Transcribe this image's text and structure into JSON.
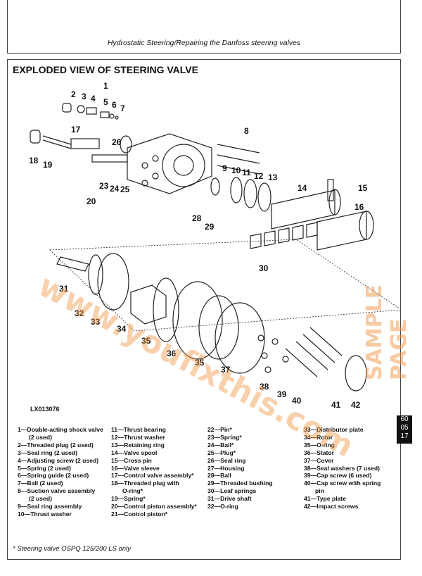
{
  "header": {
    "running_title": "Hydrostatic Steering/Repairing the Danfoss steering valves"
  },
  "figure": {
    "title": "EXPLODED VIEW OF STEERING VALVE",
    "figure_id": "LX013076",
    "callouts": [
      "1",
      "2",
      "3",
      "4",
      "5",
      "6",
      "7",
      "8",
      "9",
      "10",
      "11",
      "12",
      "13",
      "14",
      "15",
      "16",
      "17",
      "18",
      "19",
      "20",
      "23",
      "24",
      "25",
      "26",
      "28",
      "29",
      "30",
      "31",
      "32",
      "33",
      "34",
      "35",
      "36",
      "35",
      "37",
      "38",
      "39",
      "40",
      "41",
      "42"
    ]
  },
  "legend": {
    "col1": [
      "1—Double-acting shock valve",
      "(2 used)",
      "2—Threaded plug (2 used)",
      "3—Seal ring (2 used)",
      "4—Adjusting screw (2 used)",
      "5—Spring (2 used)",
      "6—Spring guide (2 used)",
      "7—Ball (2 used)",
      "8—Suction valve assembly",
      "(2 used)",
      "9—Seal ring assembly",
      "10—Thrust washer"
    ],
    "col2": [
      "11—Thrust bearing",
      "12—Thrust washer",
      "13—Retaining ring",
      "14—Valve spool",
      "15—Cross pin",
      "16—Valve sleeve",
      "17—Control valve assembly*",
      "18—Threaded plug with",
      "O-ring*",
      "19—Spring*",
      "20—Control piston assembly*",
      "21—Control piston*"
    ],
    "col3": [
      "22—Pin*",
      "23—Spring*",
      "24—Ball*",
      "25—Plug*",
      "26—Seal ring",
      "27—Housing",
      "28—Ball",
      "29—Threaded bushing",
      "30—Leaf springs",
      "31—Drive shaft",
      "32—O-ring"
    ],
    "col4": [
      "33—Distributor plate",
      "34—Rotor",
      "35—O-ring",
      "36—Stator",
      "37—Cover",
      "38—Seal washers (7 used)",
      "39—Cap screw (6 used)",
      "40—Cap screw with spring",
      "pin",
      "41—Type plate",
      "42—Impact screws"
    ]
  },
  "footnote": "* Steering valve OSPQ 125/200 LS only",
  "page_tab": [
    "60",
    "05",
    "17"
  ],
  "watermark": {
    "url": "www.youfixthis.com",
    "sample": "SAMPLE PAGE"
  }
}
